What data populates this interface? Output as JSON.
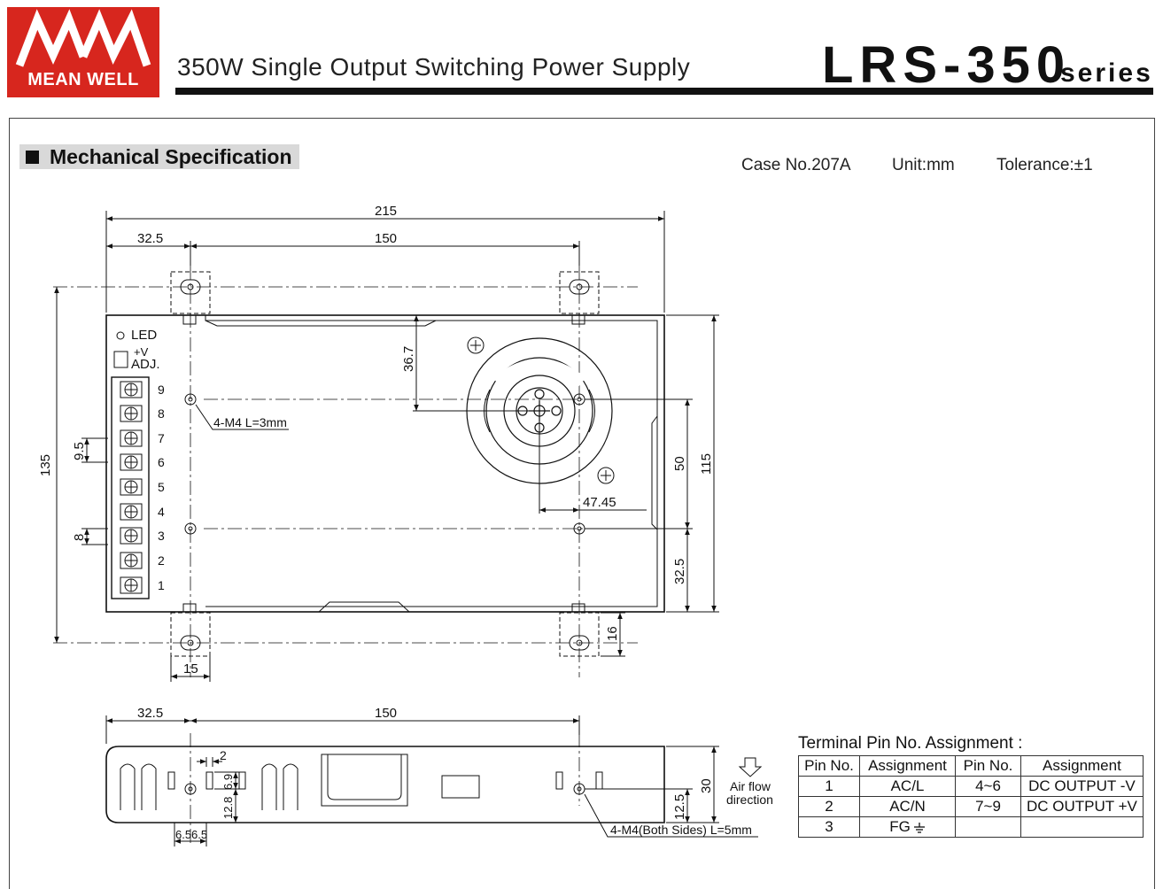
{
  "header": {
    "brand": "MEAN WELL",
    "title": "350W Single Output Switching Power Supply",
    "model": "LRS-350",
    "series": "series"
  },
  "section": {
    "title": "Mechanical Specification",
    "case_no": "Case No.207A",
    "unit": "Unit:mm",
    "tolerance": "Tolerance:±1"
  },
  "top_view": {
    "dims": {
      "overall_width": "215",
      "left_offset": "32.5",
      "hole_span": "150",
      "overall_height": "135",
      "fan_offset": "36.7",
      "mount_span_v": "50",
      "body_height": "115",
      "bottom_offset": "32.5",
      "fan_to_hole": "47.45",
      "terminal_pitch": "9.5",
      "terminal_gap": "8",
      "tab_width": "15",
      "tab_height": "16"
    },
    "hole_callout": "4-M4 L=3mm",
    "led_label": "LED",
    "vadj_label_1": "+V",
    "vadj_label_2": "ADJ.",
    "terminal_numbers": [
      "9",
      "8",
      "7",
      "6",
      "5",
      "4",
      "3",
      "2",
      "1"
    ]
  },
  "side_view": {
    "dims": {
      "left_offset": "32.5",
      "hole_span": "150",
      "slot_width": "2",
      "slot_height": "6.9",
      "hole_height": "12.8",
      "spacing_a": "6.5",
      "spacing_b": "6.5",
      "height": "30",
      "hole_from_bottom": "12.5"
    },
    "hole_callout": "4-M4(Both Sides) L=5mm",
    "airflow_1": "Air flow",
    "airflow_2": "direction"
  },
  "pin_table": {
    "title": "Terminal Pin No. Assignment :",
    "headers": [
      "Pin No.",
      "Assignment",
      "Pin No.",
      "Assignment"
    ],
    "rows": [
      [
        "1",
        "AC/L",
        "4~6",
        "DC OUTPUT -V"
      ],
      [
        "2",
        "AC/N",
        "7~9",
        "DC OUTPUT +V"
      ],
      [
        "3",
        "FG",
        "",
        ""
      ]
    ]
  }
}
